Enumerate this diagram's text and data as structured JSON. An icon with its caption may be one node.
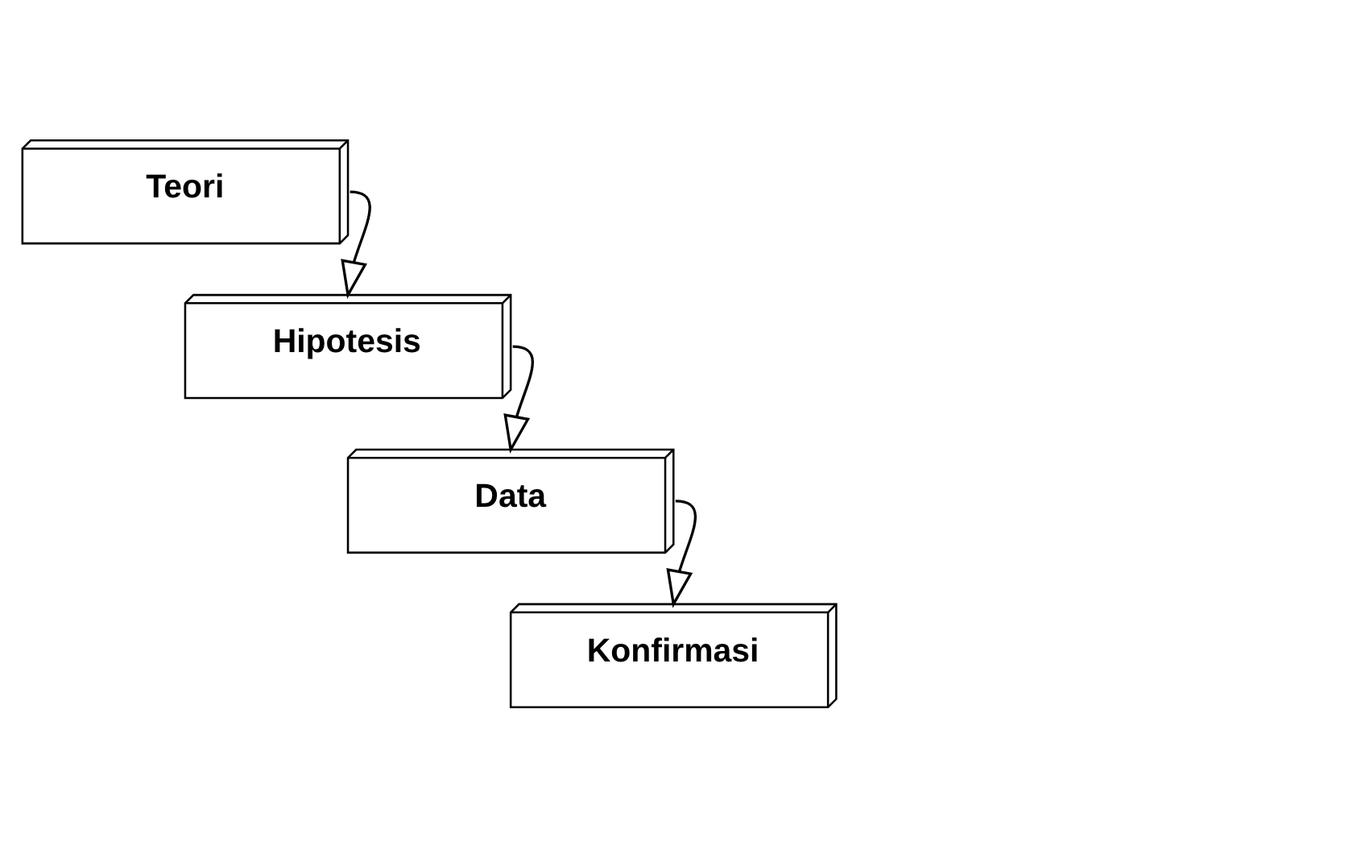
{
  "diagram": {
    "nodes": [
      {
        "text": [
          "Teori"
        ]
      },
      {
        "text": [
          "Hipotesis"
        ]
      },
      {
        "text": [
          "Data"
        ]
      },
      {
        "text": [
          "Konfirmasi"
        ]
      }
    ],
    "edges": [
      {
        "from": 0,
        "to": 1,
        "arrow": "to"
      },
      {
        "from": 1,
        "to": 2,
        "arrow": "to"
      },
      {
        "from": 2,
        "to": 3,
        "arrow": "to"
      }
    ]
  }
}
